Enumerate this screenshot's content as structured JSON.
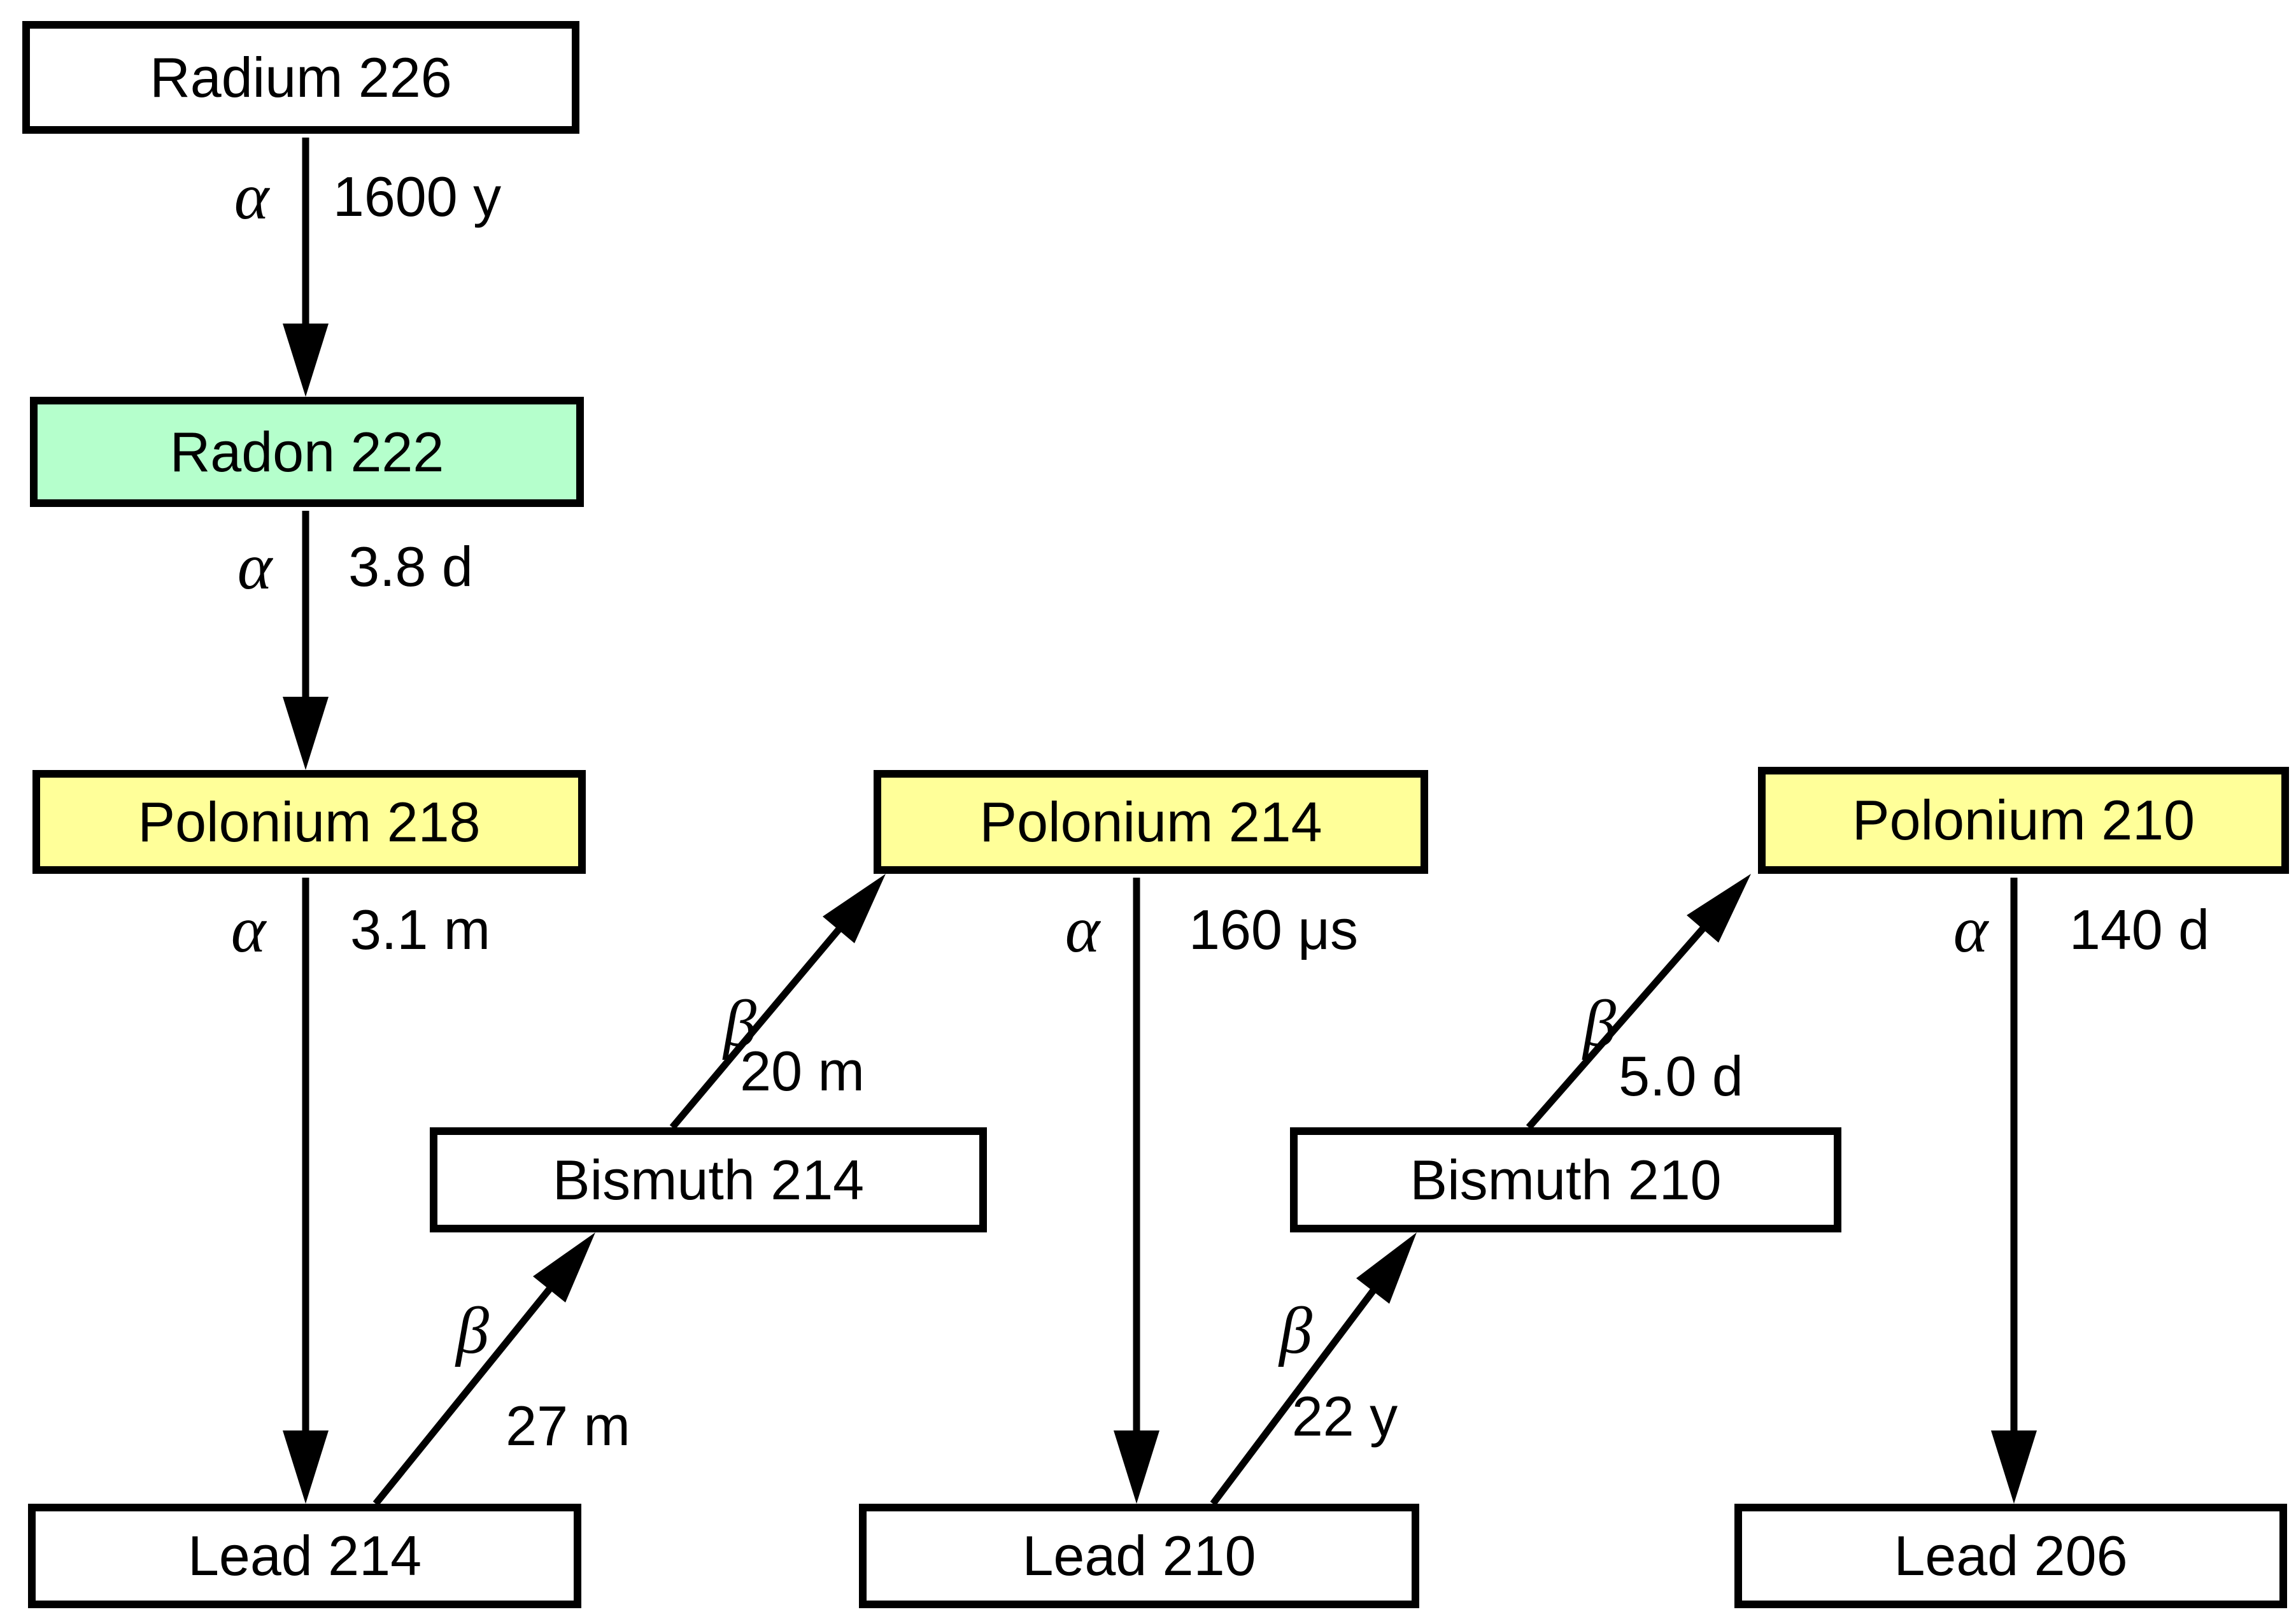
{
  "diagram": {
    "subject": "Radium 226 radioactive decay chain"
  },
  "nodes": [
    {
      "id": "radium-226",
      "label": "Radium 226",
      "fill": "#ffffff"
    },
    {
      "id": "radon-222",
      "label": "Radon 222",
      "fill": "#b5ffcc"
    },
    {
      "id": "polonium-218",
      "label": "Polonium 218",
      "fill": "#ffff99"
    },
    {
      "id": "lead-214",
      "label": "Lead 214",
      "fill": "#ffffff"
    },
    {
      "id": "bismuth-214",
      "label": "Bismuth 214",
      "fill": "#ffffff"
    },
    {
      "id": "polonium-214",
      "label": "Polonium 214",
      "fill": "#ffff99"
    },
    {
      "id": "lead-210",
      "label": "Lead 210",
      "fill": "#ffffff"
    },
    {
      "id": "bismuth-210",
      "label": "Bismuth 210",
      "fill": "#ffffff"
    },
    {
      "id": "polonium-210",
      "label": "Polonium 210",
      "fill": "#ffff99"
    },
    {
      "id": "lead-206",
      "label": "Lead 206",
      "fill": "#ffffff"
    }
  ],
  "decays": [
    {
      "from": "Radium 226",
      "to": "Radon 222",
      "particle": "α",
      "half_life": "1600 y"
    },
    {
      "from": "Radon 222",
      "to": "Polonium 218",
      "particle": "α",
      "half_life": "3.8 d"
    },
    {
      "from": "Polonium 218",
      "to": "Lead 214",
      "particle": "α",
      "half_life": "3.1 m"
    },
    {
      "from": "Lead 214",
      "to": "Bismuth 214",
      "particle": "β",
      "half_life": "27 m"
    },
    {
      "from": "Bismuth 214",
      "to": "Polonium 214",
      "particle": "β",
      "half_life": "20 m"
    },
    {
      "from": "Polonium 214",
      "to": "Lead 210",
      "particle": "α",
      "half_life": "160 μs"
    },
    {
      "from": "Lead 210",
      "to": "Bismuth 210",
      "particle": "β",
      "half_life": "22 y"
    },
    {
      "from": "Bismuth 210",
      "to": "Polonium 210",
      "particle": "β",
      "half_life": "5.0 d"
    },
    {
      "from": "Polonium 210",
      "to": "Lead 206",
      "particle": "α",
      "half_life": "140 d"
    }
  ],
  "colors": {
    "box_border": "#000000",
    "box_default_fill": "#ffffff",
    "highlight_green": "#b5ffcc",
    "highlight_yellow": "#ffff99",
    "arrow": "#000000",
    "text": "#000000"
  }
}
